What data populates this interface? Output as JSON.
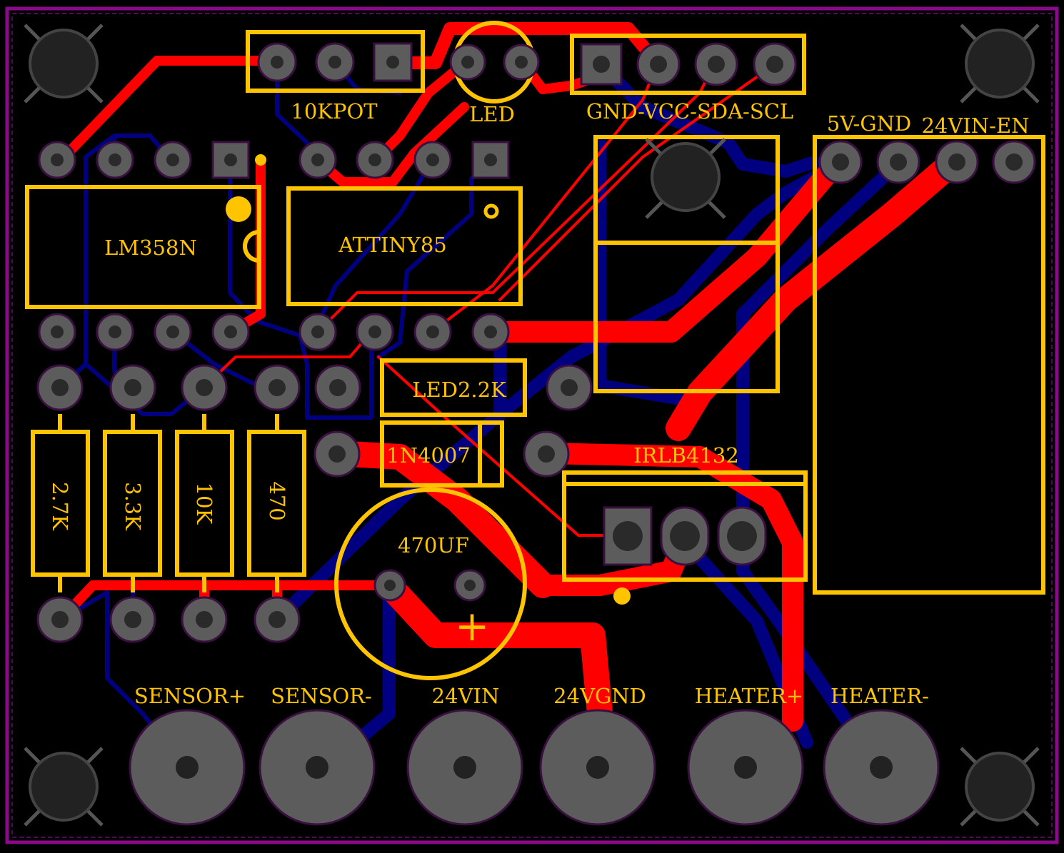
{
  "colors": {
    "background": "#000000",
    "board_outline": "#8a0a8a",
    "top_copper": "#ff0000",
    "bottom_copper": "#000080",
    "silkscreen": "#ffc400",
    "pad": "#5c5c5c",
    "pad_ring": "#3a1040",
    "mount_hole": "#222222",
    "mount_hole_ring": "#444444"
  },
  "labels": {
    "pot": "10KPOT",
    "led": "LED",
    "i2c_header": "GND-VCC-SDA-SCL",
    "power_header": "5V-GND",
    "enable_header": "24VIN-EN",
    "opamp": "LM358N",
    "mcu": "ATTINY85",
    "led_resistor": "LED2.2K",
    "diode": "1N4007",
    "mosfet": "IRLB4132",
    "capacitor": "470UF",
    "capacitor_polarity": "+",
    "r1": "2.7K",
    "r2": "3.3K",
    "r3": "10K",
    "r4": "470"
  },
  "terminals": [
    "SENSOR+",
    "SENSOR-",
    "24VIN",
    "24VGND",
    "HEATER+",
    "HEATER-"
  ]
}
